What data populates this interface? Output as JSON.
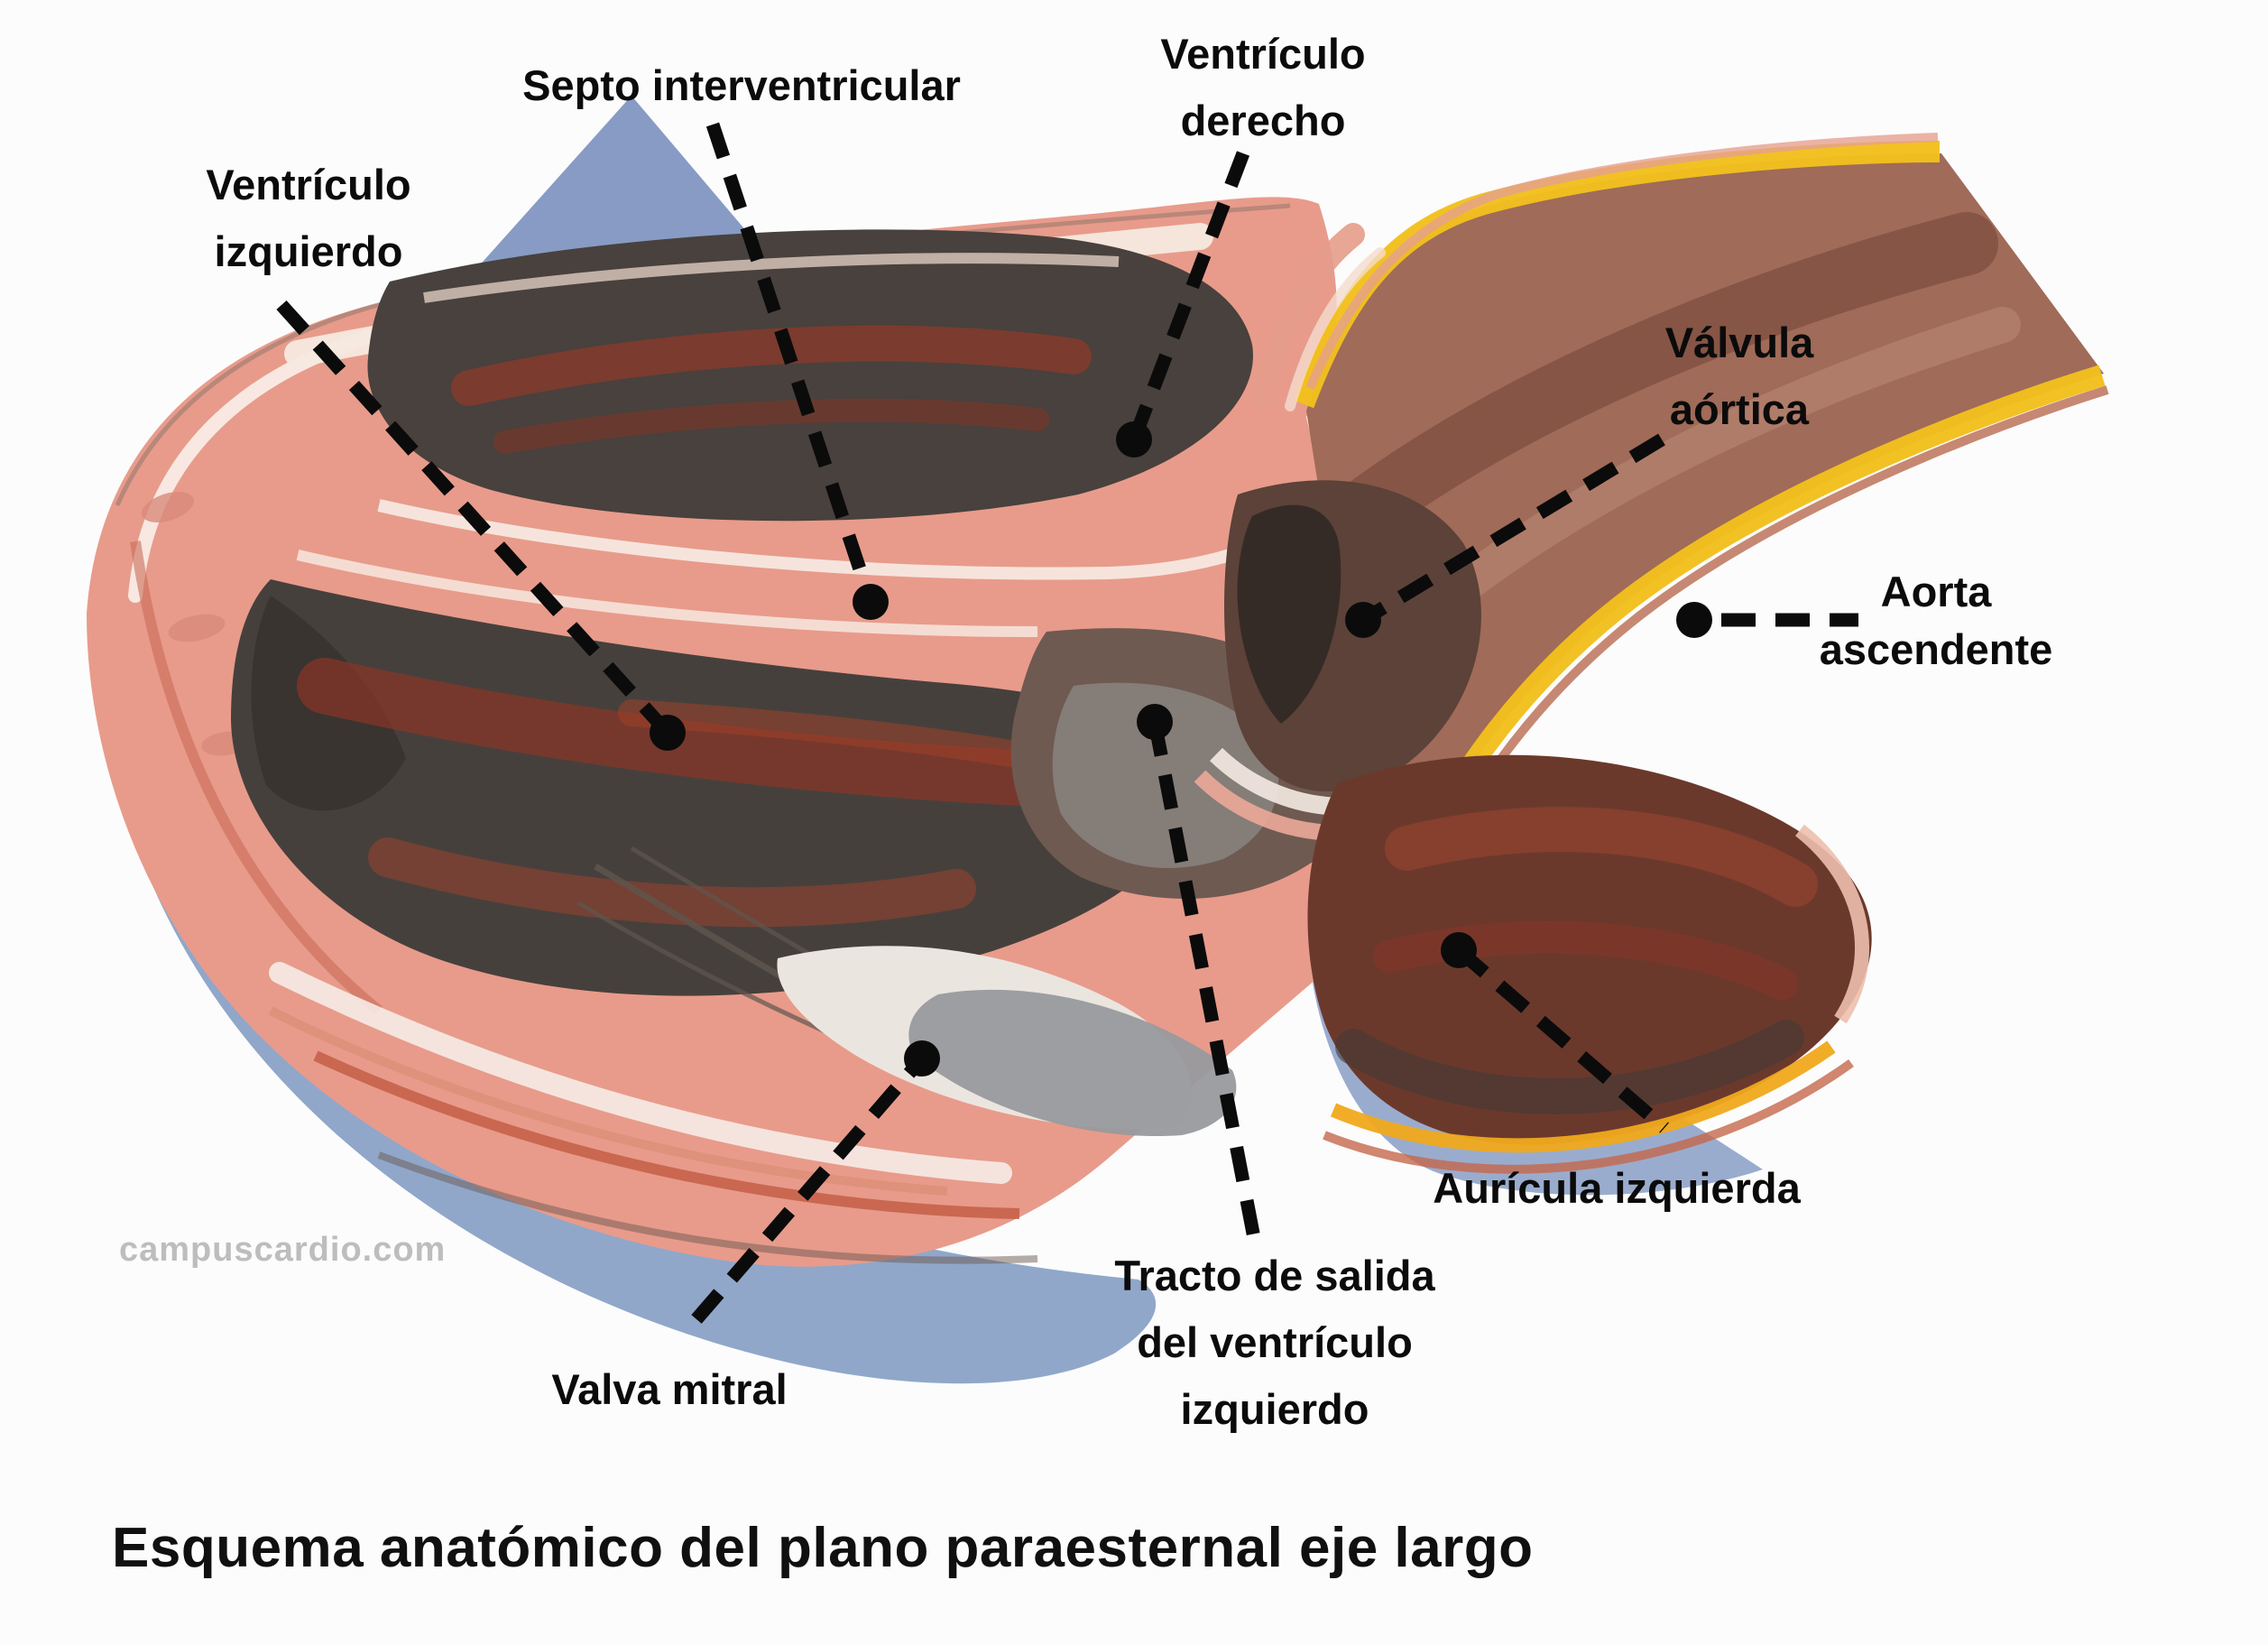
{
  "figure_caption": {
    "title": "Esquema anatómico del plano paraesternal eje largo"
  },
  "watermark": {
    "text": "campuscardio.com",
    "color": "#bdbdbd"
  },
  "annotations": {
    "septo_interventricular": {
      "lines": [
        "Septo interventricular"
      ]
    },
    "ventriculo_izquierdo": {
      "lines": [
        "Ventrículo",
        "izquierdo"
      ]
    },
    "ventriculo_derecho": {
      "lines": [
        "Ventrículo",
        "derecho"
      ]
    },
    "valvula_aortica": {
      "lines": [
        "Válvula",
        "aórtica"
      ]
    },
    "aorta_ascendente": {
      "lines": [
        "Aorta",
        "ascendente"
      ]
    },
    "auricula_izquierda": {
      "lines": [
        "Aurícula izquierda"
      ]
    },
    "tracto_de_salida": {
      "lines": [
        "Tracto de salida",
        "del ventrículo",
        "izquierdo"
      ]
    },
    "valva_mitral": {
      "lines": [
        "Valva mitral"
      ]
    }
  },
  "colors": {
    "label_text": "#0b0b0b",
    "leader_line": "#0b0b0b",
    "myocardium_salmon": "#e89b8b",
    "chamber_dark": "#46403c",
    "chamber_red": "#8a3526",
    "aorta_yellow": "#f2c01d",
    "aorta_lumen_brown": "#a06b58",
    "atrium_brown_red": "#6b392c",
    "pericardium_blue": "#8aa2c7",
    "mitral_gray": "#989a9d",
    "highlight_cream": "#f6e9df",
    "background": "#fcfcfc"
  }
}
